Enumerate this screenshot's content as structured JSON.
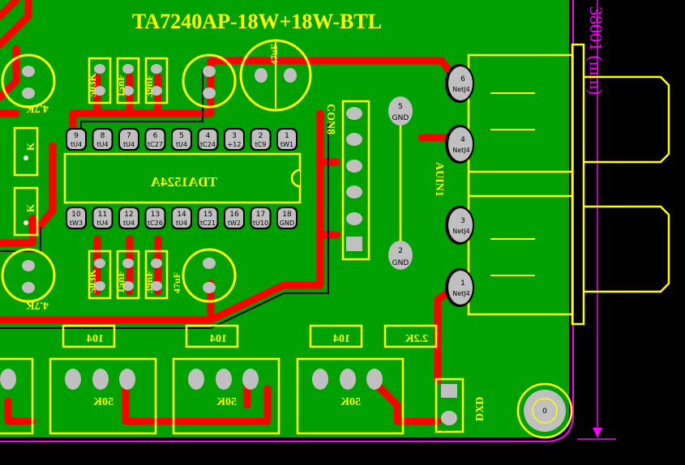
{
  "title": "TA7240AP-18W+18W-BTL",
  "dimension": "38001 (mm)",
  "ic": {
    "name": "TDA1524A",
    "top_pins": [
      {
        "num": "9",
        "net": "tU4"
      },
      {
        "num": "8",
        "net": "tU4"
      },
      {
        "num": "7",
        "net": "tU4"
      },
      {
        "num": "6",
        "net": "tC27"
      },
      {
        "num": "5",
        "net": "tU4"
      },
      {
        "num": "4",
        "net": "tC24"
      },
      {
        "num": "3",
        "net": "+12"
      },
      {
        "num": "2",
        "net": "tC9"
      },
      {
        "num": "1",
        "net": "tW1"
      }
    ],
    "bottom_pins": [
      {
        "num": "10",
        "net": "tW3"
      },
      {
        "num": "11",
        "net": "tU4"
      },
      {
        "num": "12",
        "net": "tU4"
      },
      {
        "num": "13",
        "net": "tC26"
      },
      {
        "num": "14",
        "net": "tU4"
      },
      {
        "num": "15",
        "net": "tC21"
      },
      {
        "num": "16",
        "net": "tW2"
      },
      {
        "num": "17",
        "net": "tU10"
      },
      {
        "num": "18",
        "net": "GND"
      }
    ]
  },
  "connector": {
    "name": "AUIN1",
    "pins": [
      {
        "num": "6",
        "net": "NetJ4_"
      },
      {
        "num": "4",
        "net": "NetJ4_"
      },
      {
        "num": "3",
        "net": "NetJ4_"
      },
      {
        "num": "1",
        "net": "NetJ4_"
      }
    ]
  },
  "gnd_pads": [
    {
      "num": "5",
      "net": "GND"
    },
    {
      "num": "2",
      "net": "GND"
    }
  ],
  "labels": {
    "con": "CON8",
    "cap_top_a": "503K",
    "cap_top_b": "15nF",
    "cap_top_c": "39nF",
    "cap_bot_a": "503K",
    "cap_bot_b": "15nF",
    "cap_bot_c": "39nF",
    "res_a": "104",
    "res_b": "104",
    "res_c": "104",
    "res_d": "2.2K",
    "pot_a": "50K",
    "pot_b": "50K",
    "pot_c": "50K",
    "left_a": "4.7K",
    "left_b": "4.7K",
    "elec_a": "47uF",
    "elec_b": "47uF",
    "dxd": "DXD",
    "mount_hole": "0"
  },
  "colors": {
    "board": "#00a000",
    "copper": "#ff0000",
    "silk": "#ffff00",
    "pad": "#c0c0c0",
    "outline": "#ff00ff"
  }
}
